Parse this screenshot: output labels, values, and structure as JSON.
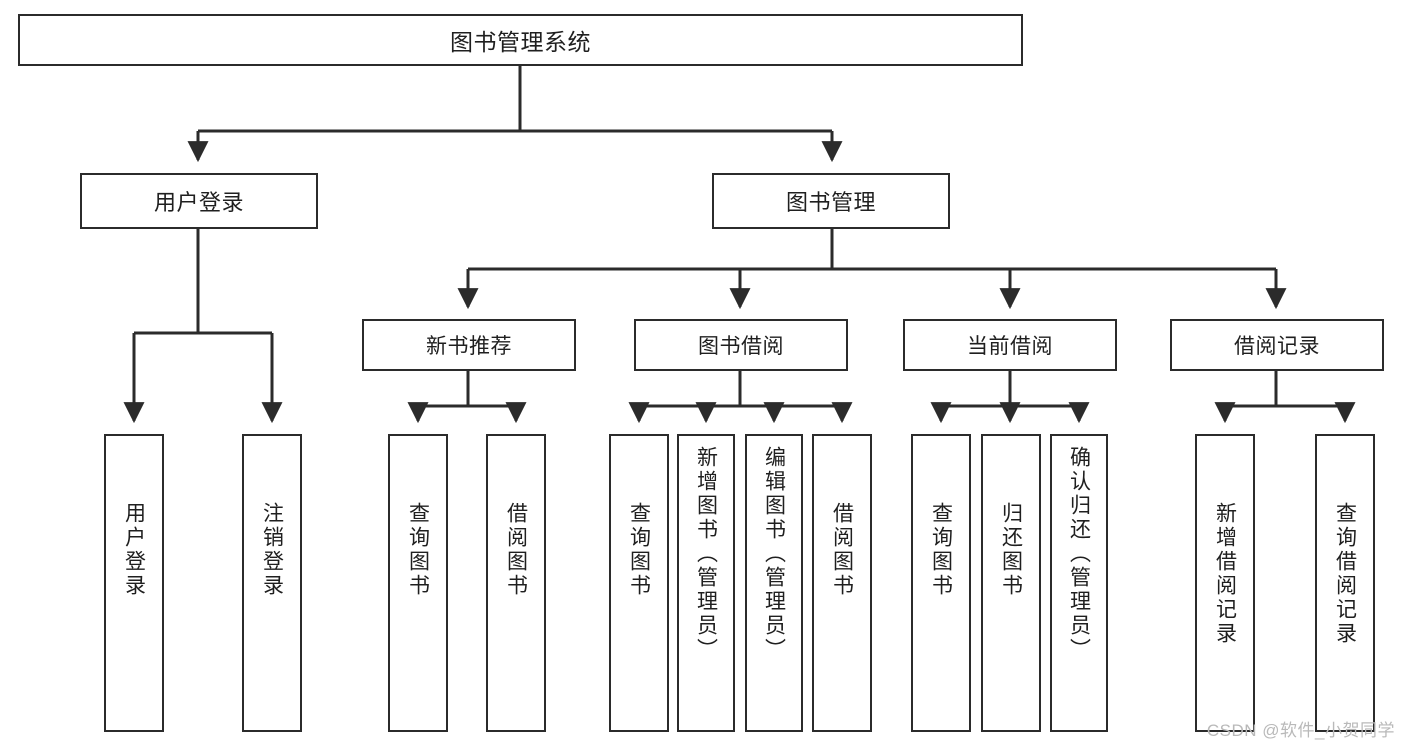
{
  "diagram": {
    "type": "tree-hierarchy-chart",
    "title": "图书管理系统",
    "orientation": "top-down",
    "box_border_color": "#2b2b2b",
    "box_fill_color": "#ffffff",
    "text_color": "#1f1f1f",
    "connector_color": "#2b2b2b",
    "root": {
      "id": "root",
      "label": "图书管理系统"
    },
    "level1": [
      {
        "id": "user-login",
        "label": "用户登录"
      },
      {
        "id": "book-management",
        "label": "图书管理"
      }
    ],
    "level2": [
      {
        "id": "new-book-recommend",
        "label": "新书推荐",
        "parent": "book-management"
      },
      {
        "id": "book-borrow",
        "label": "图书借阅",
        "parent": "book-management"
      },
      {
        "id": "current-borrow",
        "label": "当前借阅",
        "parent": "book-management"
      },
      {
        "id": "borrow-record",
        "label": "借阅记录",
        "parent": "book-management"
      }
    ],
    "leaves": [
      {
        "id": "leaf-user-login",
        "label": "用户登录",
        "parent": "user-login"
      },
      {
        "id": "leaf-logout-login",
        "label": "注销登录",
        "parent": "user-login"
      },
      {
        "id": "leaf-query-book-1",
        "label": "查询图书",
        "parent": "new-book-recommend"
      },
      {
        "id": "leaf-borrow-book-1",
        "label": "借阅图书",
        "parent": "new-book-recommend"
      },
      {
        "id": "leaf-query-book-2",
        "label": "查询图书",
        "parent": "book-borrow"
      },
      {
        "id": "leaf-add-book",
        "label": "新增图书（管理员）",
        "parent": "book-borrow"
      },
      {
        "id": "leaf-edit-book",
        "label": "编辑图书（管理员）",
        "parent": "book-borrow"
      },
      {
        "id": "leaf-borrow-book-2",
        "label": "借阅图书",
        "parent": "book-borrow"
      },
      {
        "id": "leaf-query-book-3",
        "label": "查询图书",
        "parent": "current-borrow"
      },
      {
        "id": "leaf-return-book",
        "label": "归还图书",
        "parent": "current-borrow"
      },
      {
        "id": "leaf-confirm-return",
        "label": "确认归还（管理员）",
        "parent": "current-borrow"
      },
      {
        "id": "leaf-add-borrow-record",
        "label": "新增借阅记录",
        "parent": "borrow-record"
      },
      {
        "id": "leaf-query-borrow-record",
        "label": "查询借阅记录",
        "parent": "borrow-record"
      }
    ]
  },
  "watermark": {
    "text": "CSDN @软件_小贺同学"
  }
}
